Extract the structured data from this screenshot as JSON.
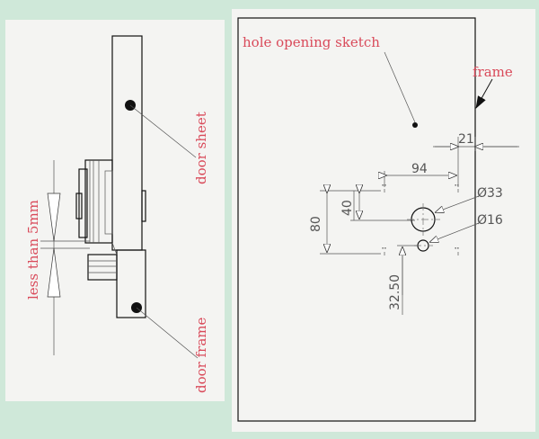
{
  "labels": {
    "door_sheet": "door sheet",
    "door_frame": "door frame",
    "gap_note": "less than 5mm",
    "sketch_title": "hole opening sketch",
    "frame": "frame"
  },
  "dimensions": {
    "d21": "21",
    "d94": "94",
    "d80": "80",
    "d40": "40",
    "d3250": "32.50",
    "dia33": "Ø33",
    "dia16": "Ø16"
  },
  "colors": {
    "border": "#cfe8d9",
    "panel": "#f4f4f2",
    "label": "#d94a5a"
  }
}
